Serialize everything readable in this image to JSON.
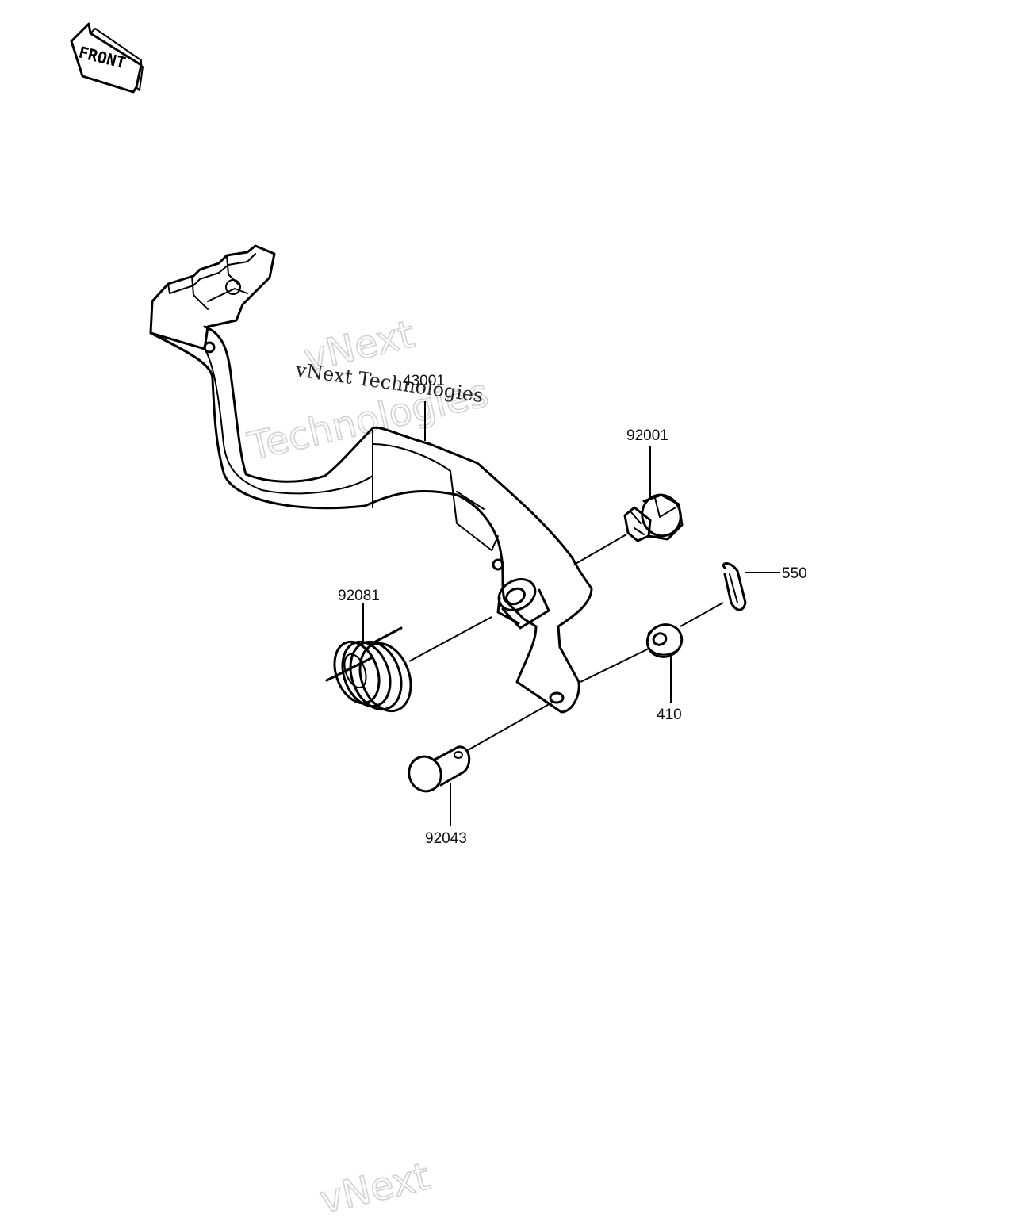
{
  "front_label": "FRONT",
  "overlay_label": "vNext Technologies",
  "watermarks": {
    "upper_line1": "vNext",
    "upper_line2": "Technologies",
    "lower_line1": "vNext"
  },
  "parts": {
    "brake_pedal": "43001",
    "bolt": "92001",
    "cotter_pin": "550",
    "washer": "410",
    "torsion_spring": "92081",
    "clevis_pin": "92043"
  }
}
